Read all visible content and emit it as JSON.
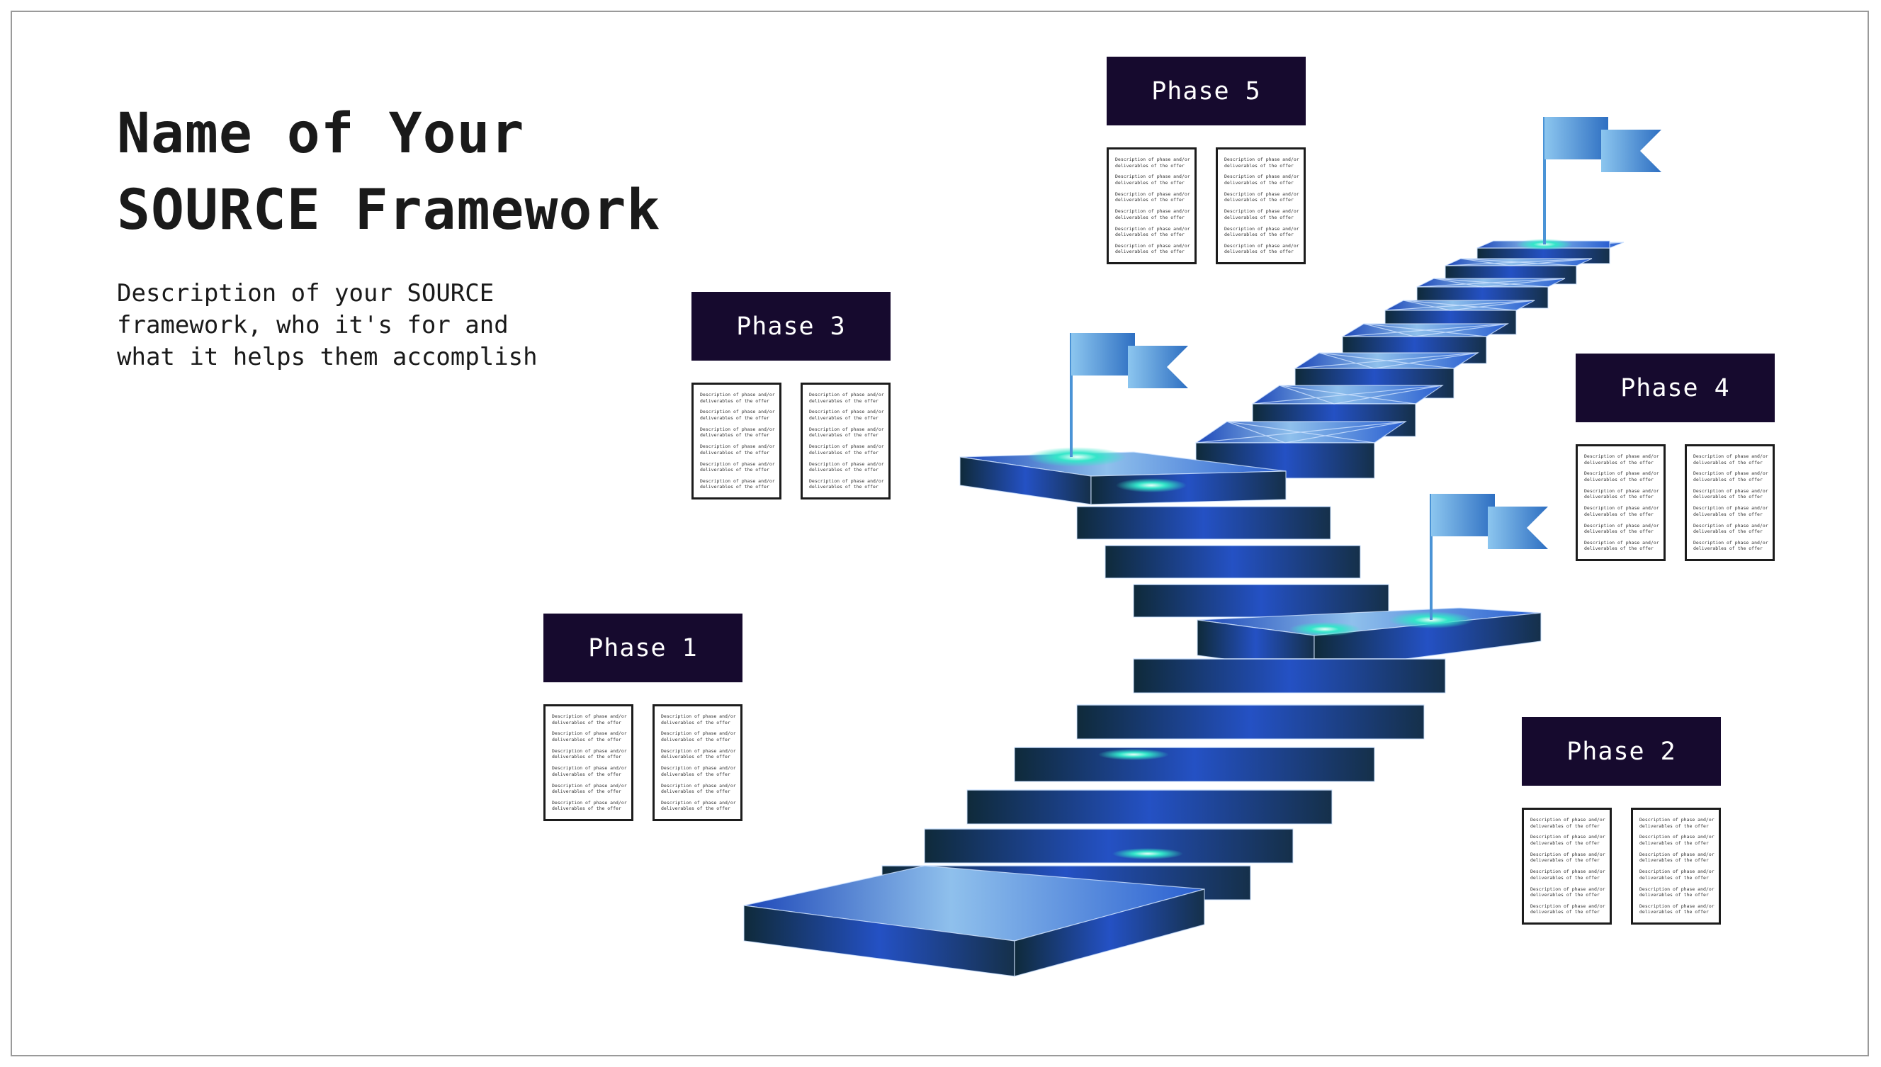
{
  "title": "Name of Your\nSOURCE Framework",
  "description": "Description of your SOURCE\nframework, who it's for and\nwhat it helps them accomplish",
  "card_line_text": "Description of phase and/or\ndeliverables of the offer",
  "phases": [
    {
      "label": "Phase 1"
    },
    {
      "label": "Phase 2"
    },
    {
      "label": "Phase 3"
    },
    {
      "label": "Phase 4"
    },
    {
      "label": "Phase 5"
    }
  ],
  "colors": {
    "label_background": "#160a2e",
    "stair_blue": "#2451c4",
    "stair_dark": "#0f2433",
    "flag_blue": "#4a93d6",
    "glow": "#33e6c9"
  }
}
